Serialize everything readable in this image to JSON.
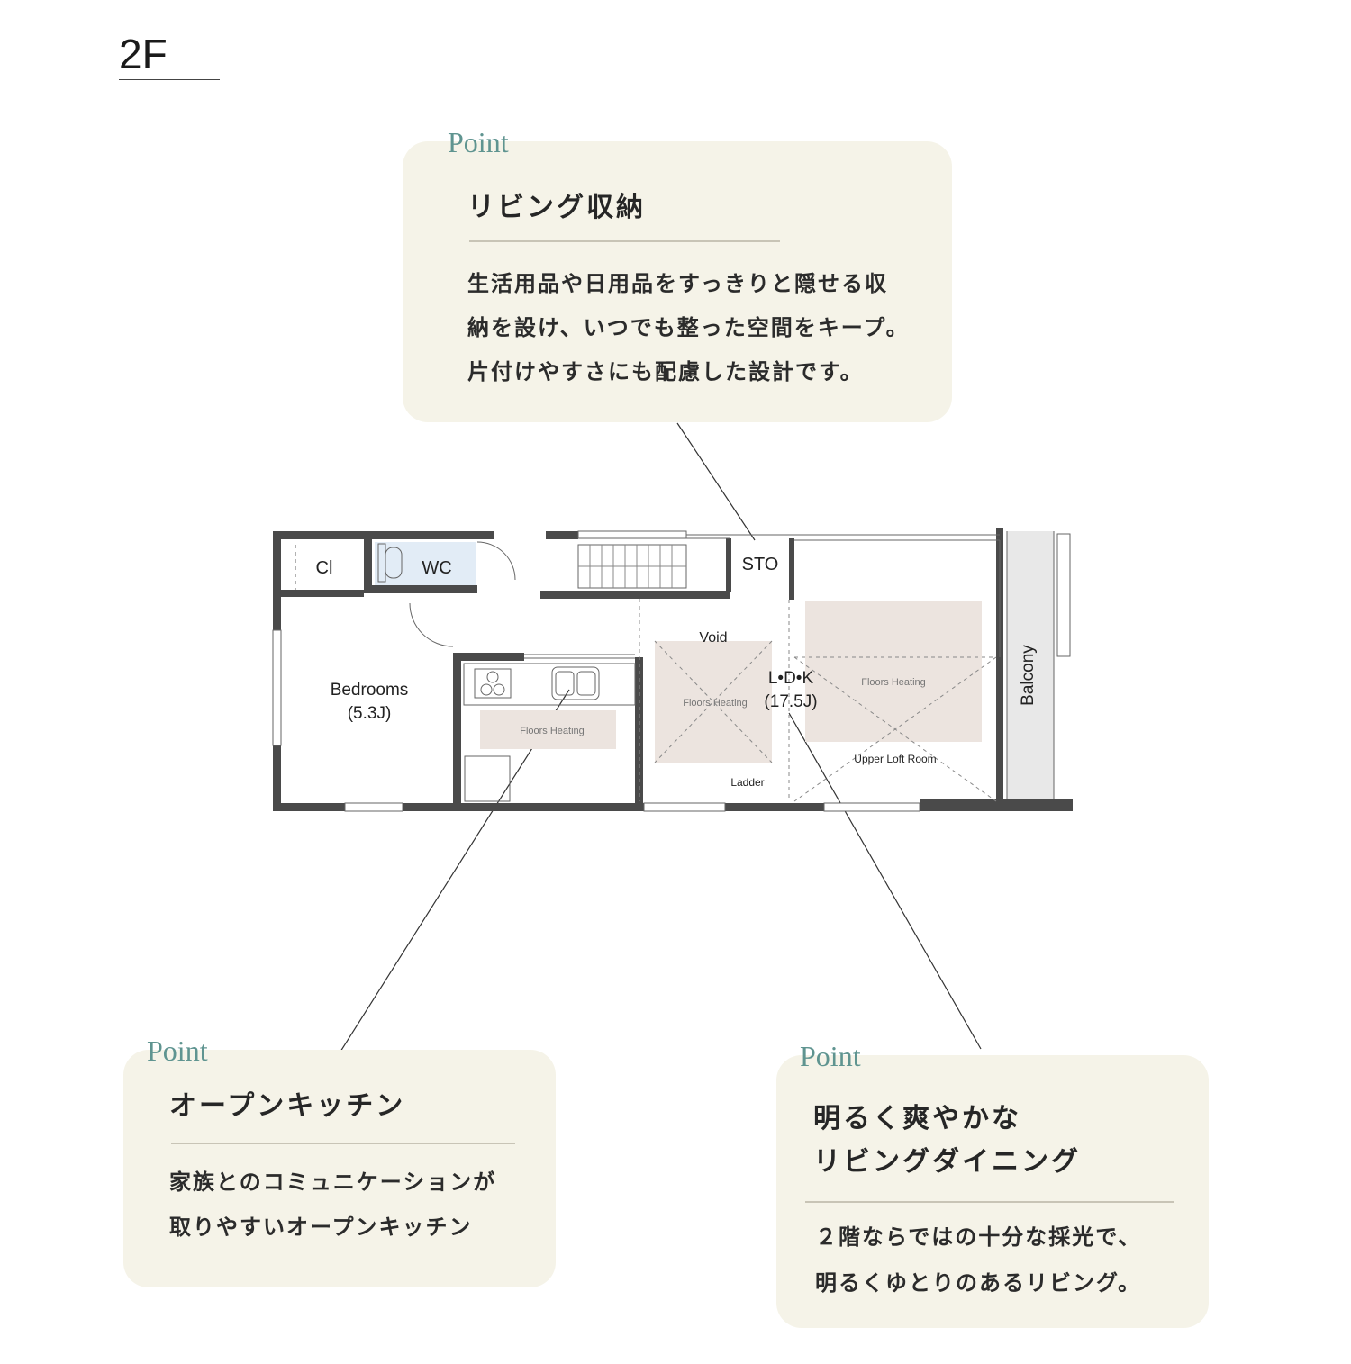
{
  "floor": {
    "label": "2F"
  },
  "plan": {
    "rooms": {
      "cl": "Cl",
      "wc": "WC",
      "sto": "STO",
      "void": "Void",
      "ldk_name": "L•D•K",
      "ldk_size": "(17.5J)",
      "bedroom_name": "Bedrooms",
      "bedroom_size": "(5.3J)",
      "balcony": "Balcony",
      "ladder": "Ladder",
      "upper_loft": "Upper Loft Room",
      "floor_heating": "Floors Heating"
    },
    "colors": {
      "wall": "#4a4a4a",
      "floor_heating": "#ece4df",
      "wc_fill": "#e2ecf6",
      "balcony_fill": "#e8e8e8"
    }
  },
  "points": [
    {
      "tag": "Point",
      "title": "リビング収納",
      "body": "生活用品や日用品をすっきりと隠せる収\n納を設け、いつでも整った空間をキープ。\n片付けやすさにも配慮した設計です。"
    },
    {
      "tag": "Point",
      "title": "オープンキッチン",
      "body": "家族とのコミュニケーションが\n取りやすいオープンキッチン"
    },
    {
      "tag": "Point",
      "title": "明るく爽やかな\nリビングダイニング",
      "body": "２階ならではの十分な採光で、\n明るくゆとりのあるリビング。"
    }
  ],
  "colors": {
    "card_bg": "#f5f3e8",
    "point_tag": "#5f9490"
  }
}
